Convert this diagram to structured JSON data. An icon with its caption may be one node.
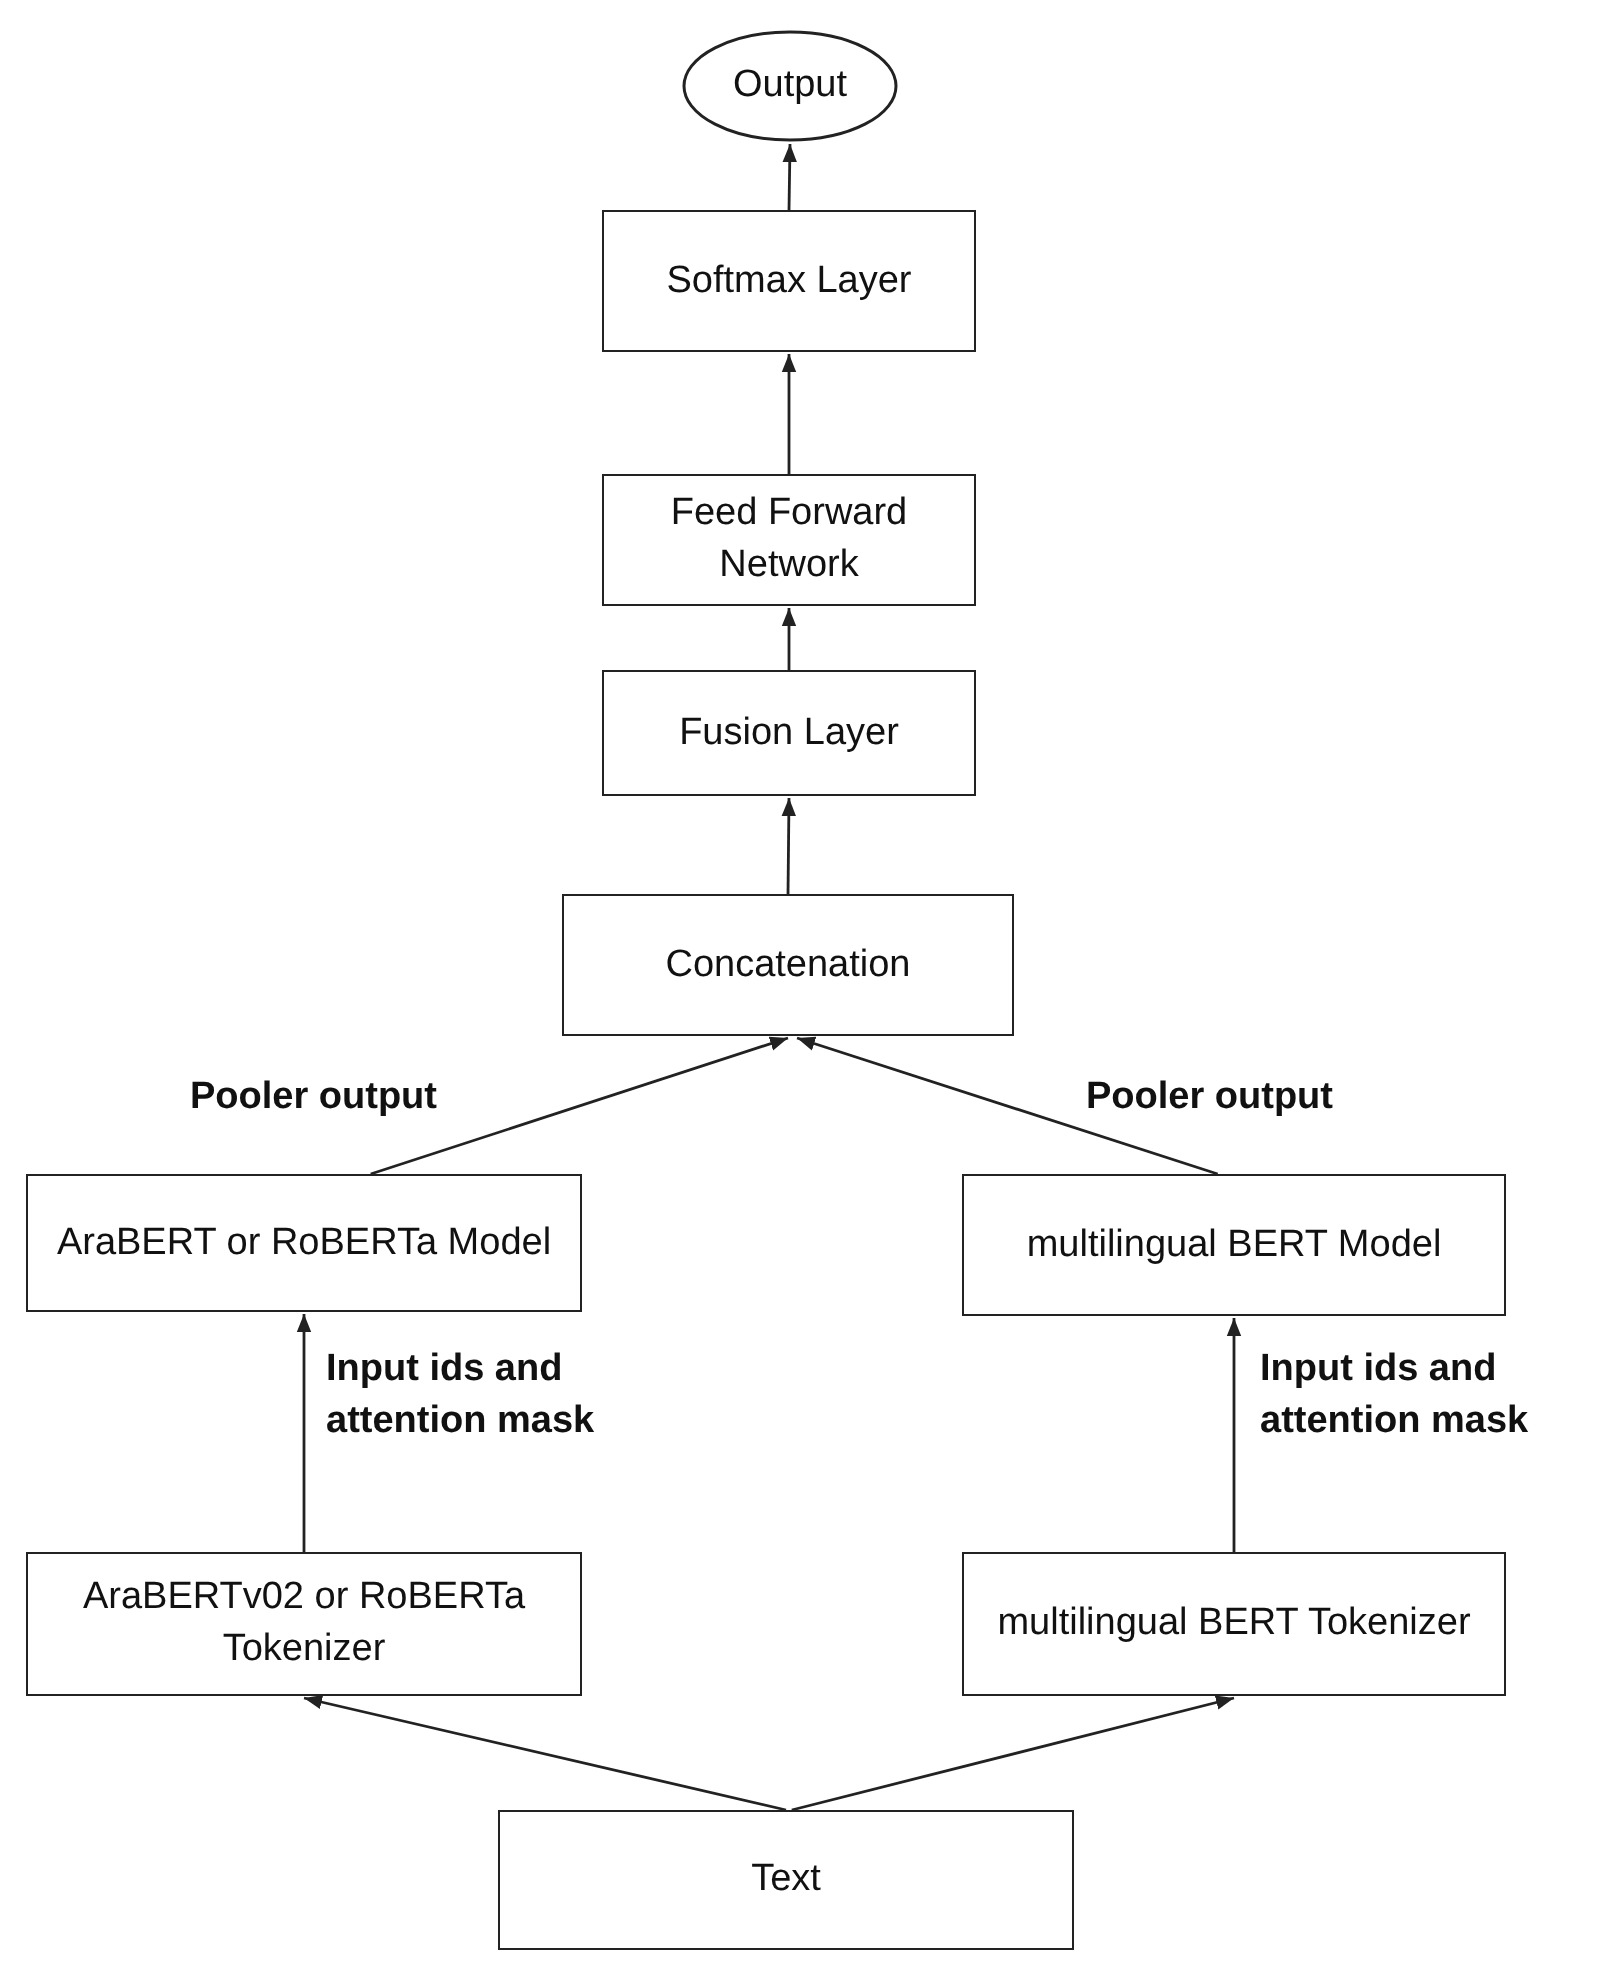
{
  "diagram": {
    "nodes": [
      {
        "text": [
          "Output"
        ]
      },
      {
        "text": [
          "Softmax Layer"
        ]
      },
      {
        "text": [
          "Feed Forward Network"
        ]
      },
      {
        "text": [
          "Fusion Layer"
        ]
      },
      {
        "text": [
          "Concatenation"
        ]
      },
      {
        "text": [
          "AraBERT or RoBERTa Model"
        ]
      },
      {
        "text": [
          "multilingual BERT Model"
        ]
      },
      {
        "text": [
          "AraBERTv02 or RoBERTa Tokenizer"
        ]
      },
      {
        "text": [
          "multilingual BERT Tokenizer"
        ]
      },
      {
        "text": [
          "Text"
        ]
      }
    ],
    "edges": [
      {
        "from": 1,
        "to": 0,
        "arrow": "to"
      },
      {
        "from": 2,
        "to": 1,
        "arrow": "to"
      },
      {
        "from": 3,
        "to": 2,
        "arrow": "to"
      },
      {
        "from": 4,
        "to": 3,
        "arrow": "to"
      },
      {
        "from": 5,
        "to": 4,
        "arrow": "to",
        "label": "Pooler output"
      },
      {
        "from": 6,
        "to": 4,
        "arrow": "to",
        "label": "Pooler output"
      },
      {
        "from": 7,
        "to": 5,
        "arrow": "to",
        "label": "Input ids and attention mask"
      },
      {
        "from": 8,
        "to": 6,
        "arrow": "to",
        "label": "Input ids and attention mask"
      },
      {
        "from": 9,
        "to": 7,
        "arrow": "to"
      },
      {
        "from": 9,
        "to": 8,
        "arrow": "to"
      }
    ]
  }
}
